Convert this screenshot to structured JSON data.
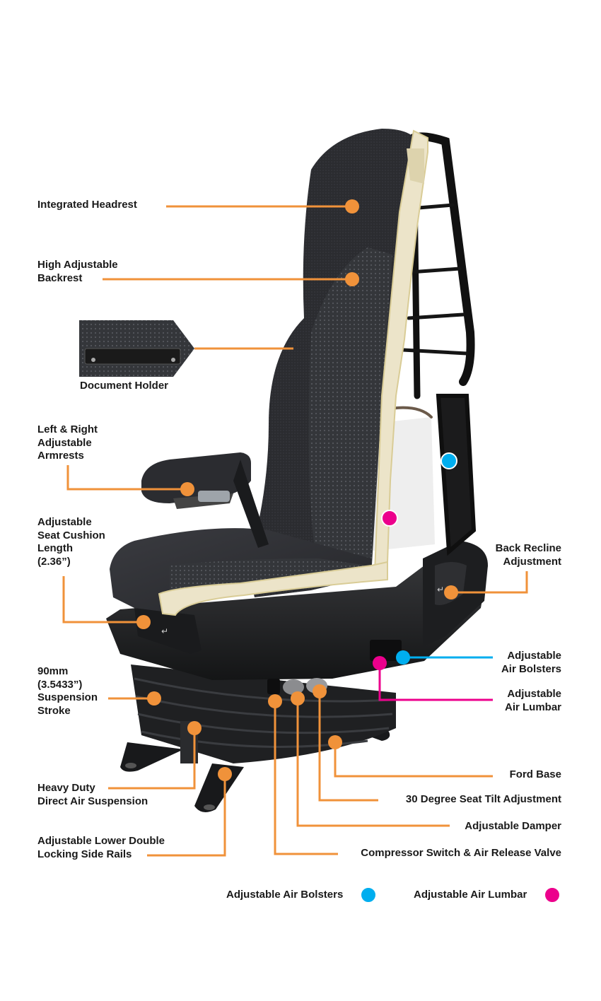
{
  "colors": {
    "leader": "#F0923A",
    "bolster": "#00AEEF",
    "lumbar": "#EC008C",
    "seat_dark": "#2a2b2e",
    "foam": "#ece4c9",
    "frame": "#141414"
  },
  "labels": {
    "integrated_headrest": "Integrated Headrest",
    "high_adjustable_backrest": "High Adjustable\nBackrest",
    "document_holder": "Document Holder",
    "armrests": "Left & Right\nAdjustable\nArmrests",
    "seat_cushion_length": "Adjustable\nSeat Cushion\nLength\n(2.36”)",
    "suspension_stroke": "90mm\n(3.5433”)\nSuspension\nStroke",
    "heavy_duty_suspension": "Heavy Duty\nDirect Air Suspension",
    "lower_side_rails": "Adjustable Lower Double\nLocking Side Rails",
    "back_recline": "Back Recline\nAdjustment",
    "air_bolsters": "Adjustable\nAir Bolsters",
    "air_lumbar": "Adjustable\nAir Lumbar",
    "ford_base": "Ford Base",
    "seat_tilt": "30 Degree Seat Tilt Adjustment",
    "damper": "Adjustable Damper",
    "compressor": "Compressor Switch & Air Release Valve"
  },
  "legend": {
    "bolsters": "Adjustable Air Bolsters",
    "lumbar": "Adjustable Air Lumbar"
  }
}
